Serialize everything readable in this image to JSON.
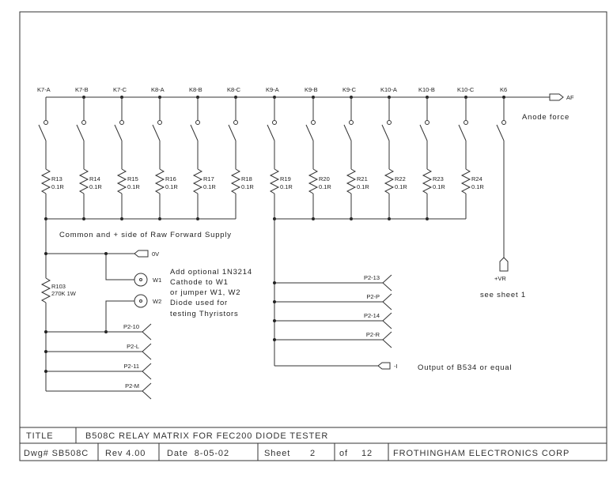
{
  "relays": [
    {
      "label": "K7-A",
      "res": "R13",
      "val": "0.1R"
    },
    {
      "label": "K7-B",
      "res": "R14",
      "val": "0.1R"
    },
    {
      "label": "K7-C",
      "res": "R15",
      "val": "0.1R"
    },
    {
      "label": "K8-A",
      "res": "R16",
      "val": "0.1R"
    },
    {
      "label": "K8-B",
      "res": "R17",
      "val": "0.1R"
    },
    {
      "label": "K8-C",
      "res": "R18",
      "val": "0.1R"
    },
    {
      "label": "K9-A",
      "res": "R19",
      "val": "0.1R"
    },
    {
      "label": "K9-B",
      "res": "R20",
      "val": "0.1R"
    },
    {
      "label": "K9-C",
      "res": "R21",
      "val": "0.1R"
    },
    {
      "label": "K10-A",
      "res": "R22",
      "val": "0.1R"
    },
    {
      "label": "K10-B",
      "res": "R23",
      "val": "0.1R"
    },
    {
      "label": "K10-C",
      "res": "R24",
      "val": "0.1R"
    }
  ],
  "k6_label": "K6",
  "af_label": "AF",
  "anode_force": "Anode force",
  "common_note": "Common and + side of Raw Forward Supply",
  "zero_v": "0V",
  "w1": "W1",
  "w2": "W2",
  "r103": {
    "name": "R103",
    "val": "270K 1W"
  },
  "diode_note": [
    "Add optional 1N3214",
    "Cathode to W1",
    "or jumper W1, W2",
    "Diode used for",
    "testing Thyristors"
  ],
  "left_pins": [
    "P2-10",
    "P2-L",
    "P2-11",
    "P2-M"
  ],
  "right_pins": [
    "P2-13",
    "P2-P",
    "P2-14",
    "P2-R"
  ],
  "vr_label": "+VR",
  "see_sheet": "see sheet 1",
  "minus_i": "-I",
  "output_note": "Output of B534 or equal",
  "title_block": {
    "title_label": "TITLE",
    "title": "B508C RELAY MATRIX FOR FEC200 DIODE TESTER",
    "dwg": "Dwg# SB508C",
    "rev": "Rev 4.00",
    "date": "Date  8-05-02",
    "sheet_label": "Sheet",
    "sheet": "2",
    "of_label": "of",
    "of": "12",
    "company": "FROTHINGHAM ELECTRONICS CORP"
  }
}
